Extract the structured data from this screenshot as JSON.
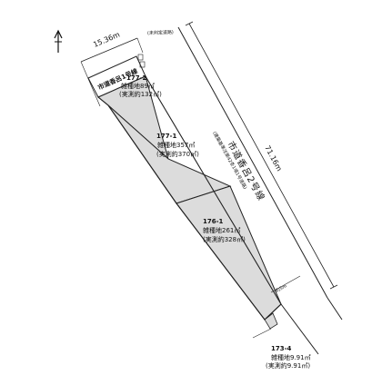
{
  "compass": {
    "label": "N"
  },
  "dimensions": {
    "top_width": "15.36m",
    "side_length": "71.16m",
    "bottom_width": "約5m"
  },
  "roads": {
    "north_road": "市道香呂1号線",
    "east_road": "市道香呂2号線",
    "east_road_note": "(建築基準法第42条1項1号道路)",
    "unregistered_road": "(未判定道路)"
  },
  "parcels": [
    {
      "id": "177-2",
      "land": "雑種地89㎡",
      "actual": "(実測約132㎡)"
    },
    {
      "id": "177-1",
      "land": "雑種地357㎡",
      "actual": "(実測約370㎡)"
    },
    {
      "id": "176-1",
      "land": "雑種地261㎡",
      "actual": "(実測約328㎡)"
    },
    {
      "id": "173-4",
      "land": "雑種地9.91㎡",
      "actual": "(実測約9.91㎡)"
    }
  ],
  "colors": {
    "shade": "#dcdcdc",
    "line": "#222222",
    "background": "#ffffff"
  }
}
